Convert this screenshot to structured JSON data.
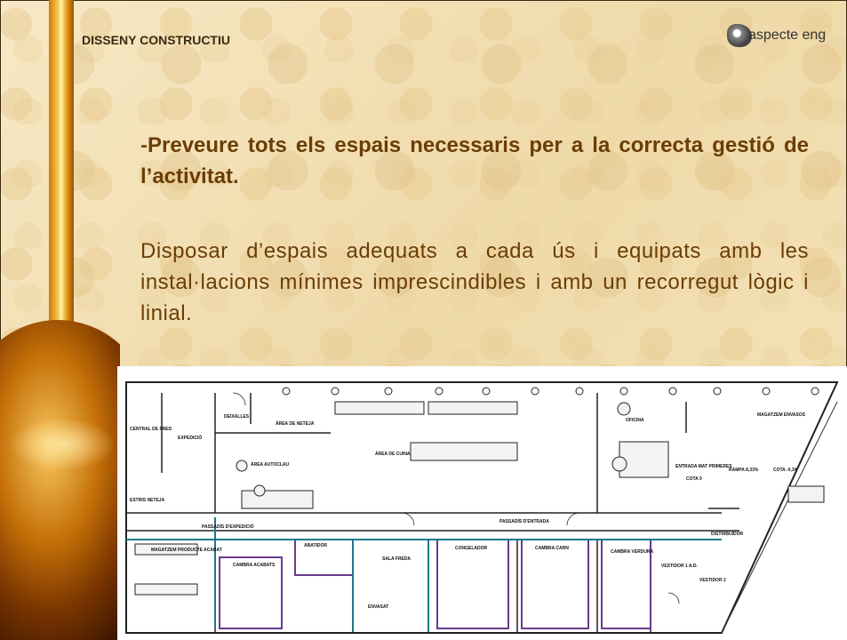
{
  "header": {
    "section_title": "DISSENY CONSTRUCTIU",
    "logo_text": "aspecte eng"
  },
  "content": {
    "bullet_dash": "-",
    "bullet_text": "Preveure tots els espais necessaris per a la correcta gestió de l’activitat.",
    "body_text": "Disposar d’espais adequats a cada ús i equipats amb les instal·lacions mínimes imprescindibles i amb un recorregut lògic i linial."
  },
  "floor_plan": {
    "labels": {
      "central_fred": "CENTRAL DE FRED",
      "expedicio": "EXPEDICIÓ",
      "deixalles": "DEIXALLES",
      "area_neteja": "ÀREA DE NETEJA",
      "area_autoclau": "ÀREA AUTOCLAU",
      "area_cuina": "ÀREA DE CUINA",
      "oficina": "OFICINA",
      "magatzem_envasos": "MAGATZEM ENVASOS",
      "entrada_mat_primeres": "ENTRADA MAT PRIMERES",
      "rampa": "RAMPA 8,33%",
      "cota_0": "COTA 0",
      "cota_neg": "COTA -0,34",
      "estris_neteja": "ESTRIS NETEJA",
      "passadis_expedicio": "PASSADÍS D'EXPEDICIÓ",
      "passadis_entrada": "PASSADÍS D'ENTRADA",
      "distribuidor": "DISTRIBUIDOR",
      "magatzem_producte": "MAGATZEM PRODUCTE ACABAT",
      "abatidor": "ABATIDOR",
      "cambra_acabats": "CAMBRA ACABATS",
      "sala_freda": "SALA FREDA",
      "envasat": "ENVASAT",
      "congelador": "CONGELADOR",
      "cambra_carn": "CAMBRA CARN",
      "cambra_verdura": "CAMBRA VERDURA",
      "vestidor_1": "VESTIDOR 1 A.D.",
      "vestidor_2": "VESTIDOR 2"
    }
  }
}
